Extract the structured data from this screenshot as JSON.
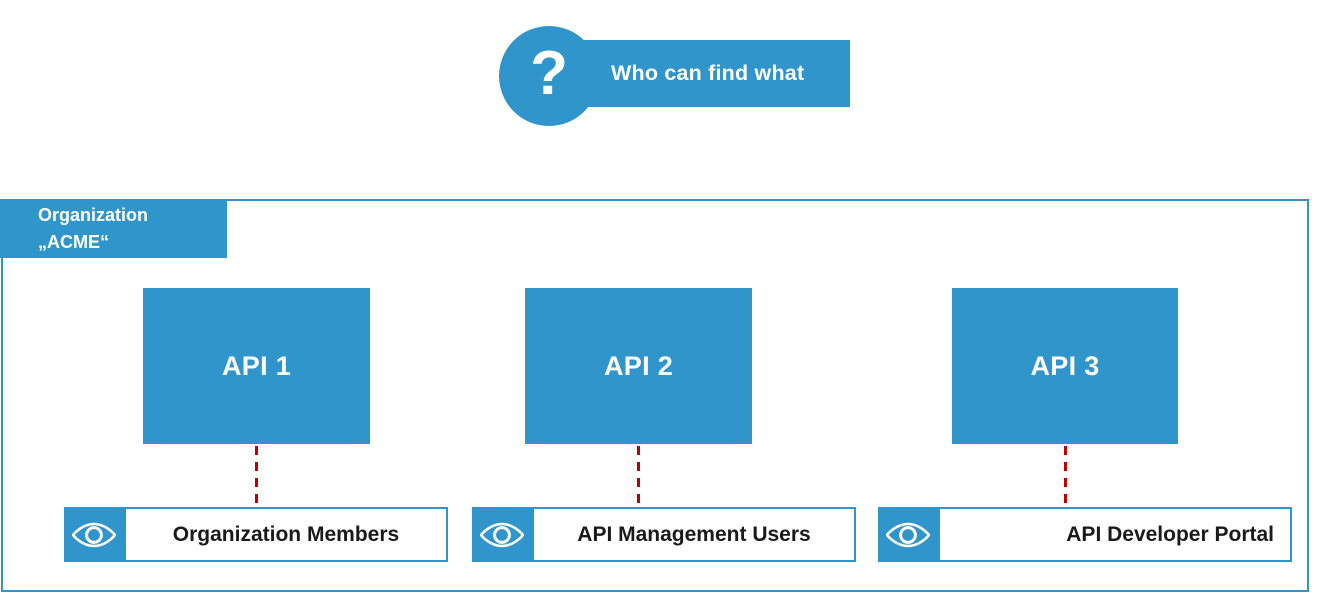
{
  "callout": {
    "icon": "question-mark-icon",
    "symbol": "?",
    "text": "Who can find what"
  },
  "organization": {
    "label_line1": "Organization",
    "label_line2": "„ACME“"
  },
  "apis": [
    {
      "label": "API 1"
    },
    {
      "label": "API 2"
    },
    {
      "label": "API 3"
    }
  ],
  "audiences": [
    {
      "icon": "eye-icon",
      "label": "Organization Members",
      "align": "center"
    },
    {
      "icon": "eye-icon",
      "label": "API Management Users",
      "align": "center"
    },
    {
      "icon": "eye-icon",
      "label": "API Developer Portal",
      "align": "right"
    }
  ],
  "colors": {
    "brand_blue": "#2f95ca",
    "connector_red": "#c00000",
    "label_text": "#1a1a1a",
    "background": "#ffffff"
  },
  "connectors": [
    {
      "from": "API 1",
      "to": "Organization Members",
      "style": "dashed"
    },
    {
      "from": "API 2",
      "to": "API Management Users",
      "style": "dashed"
    },
    {
      "from": "API 3",
      "to": "API Developer Portal",
      "style": "dashed"
    }
  ]
}
